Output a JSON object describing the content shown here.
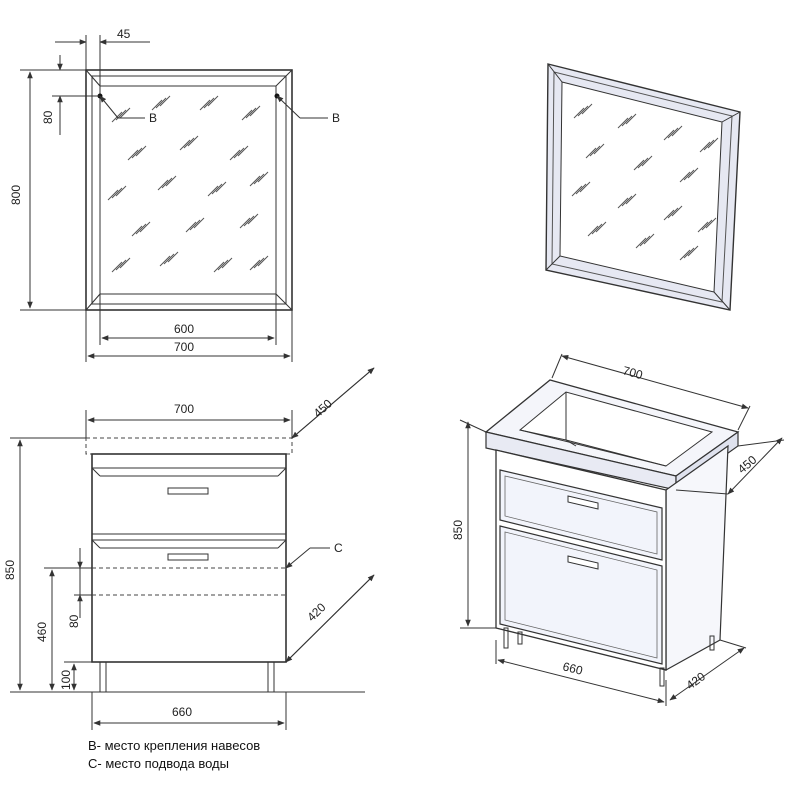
{
  "mirror_front": {
    "dim_top_offset": "45",
    "dim_hook_offset": "80",
    "dim_height": "800",
    "dim_inner_width": "600",
    "dim_outer_width": "700",
    "hook_label_left": "B",
    "hook_label_right": "B"
  },
  "cabinet_front": {
    "dim_top_width": "700",
    "dim_top_depth": "450",
    "dim_height": "850",
    "dim_water_height": "460",
    "dim_water_gap": "80",
    "dim_leg_height": "100",
    "dim_body_depth": "420",
    "dim_body_width": "660",
    "water_label": "C"
  },
  "cabinet_iso": {
    "dim_width": "700",
    "dim_depth": "450",
    "dim_height": "850",
    "dim_body_width": "660",
    "dim_body_depth": "420"
  },
  "legend": {
    "line_b": "B- место крепления навесов",
    "line_c": "C- место подвода воды"
  },
  "colors": {
    "line": "#333333",
    "panel_fill": "#f2f4fb",
    "mirror_frame_fill": "#e6e8f2"
  }
}
